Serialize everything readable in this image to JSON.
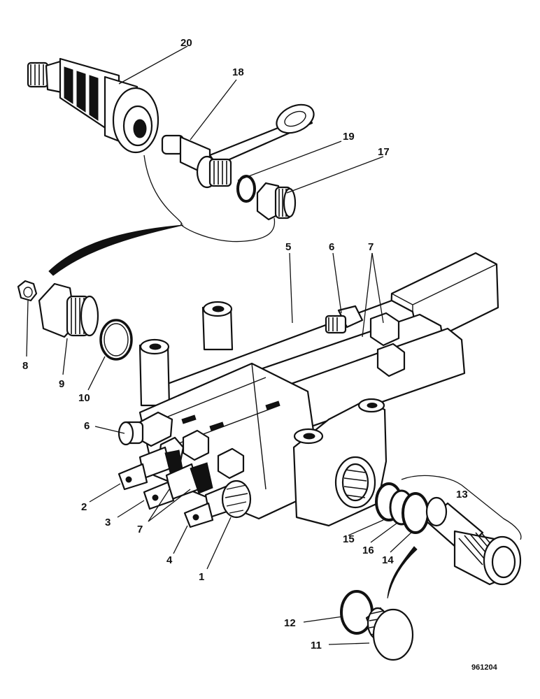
{
  "callouts": {
    "c1": "1",
    "c2": "2",
    "c3": "3",
    "c4": "4",
    "c5": "5",
    "c6a": "6",
    "c6b": "6",
    "c7a": "7",
    "c7b": "7",
    "c8": "8",
    "c9": "9",
    "c10": "10",
    "c11": "11",
    "c12": "12",
    "c13": "13",
    "c14": "14",
    "c15": "15",
    "c16": "16",
    "c17": "17",
    "c18": "18",
    "c19": "19",
    "c20": "20"
  },
  "reference_code": "961204"
}
